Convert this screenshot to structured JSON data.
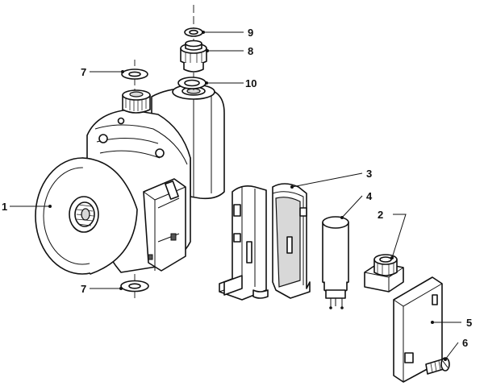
{
  "callouts": [
    {
      "id": "c1",
      "label": "1"
    },
    {
      "id": "c2",
      "label": "2"
    },
    {
      "id": "c3",
      "label": "3"
    },
    {
      "id": "c4",
      "label": "4"
    },
    {
      "id": "c5",
      "label": "5"
    },
    {
      "id": "c6",
      "label": "6"
    },
    {
      "id": "c7a",
      "label": "7"
    },
    {
      "id": "c7b",
      "label": "7"
    },
    {
      "id": "c8",
      "label": "8"
    },
    {
      "id": "c9",
      "label": "9"
    },
    {
      "id": "c10",
      "label": "10"
    }
  ]
}
